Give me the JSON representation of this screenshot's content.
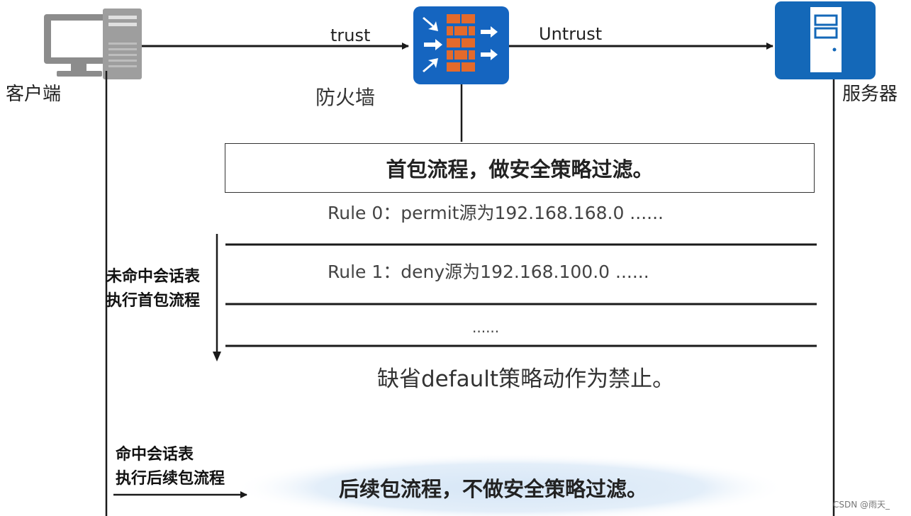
{
  "nodes": {
    "client": {
      "label": "客户端",
      "icon": "desktop-computer-icon"
    },
    "firewall": {
      "label": "防火墙",
      "icon": "firewall-brick-icon"
    },
    "server": {
      "label": "服务器",
      "icon": "server-tower-icon"
    }
  },
  "links": {
    "trust": "trust",
    "untrust": "Untrust"
  },
  "first_packet": {
    "title": "首包流程，做安全策略过滤。",
    "rules": [
      "Rule 0：permit源为192.168.168.0 ......",
      "Rule 1：deny源为192.168.100.0   ......"
    ],
    "ellipsis": "......",
    "default_policy": "缺省default策略动作为禁止。"
  },
  "side_notes": {
    "miss_line1": "未命中会话表",
    "miss_line2": "执行首包流程",
    "hit_line1": "命中会话表",
    "hit_line2": "执行后续包流程"
  },
  "subsequent_packet": {
    "label": "后续包流程，不做安全策略过滤。"
  },
  "watermark": "CSDN @雨天_",
  "colors": {
    "firewall_bg": "#1565C0",
    "brick": "#E46A2B",
    "server_bg": "#1468B8",
    "computer_gray": "#8C8C8C",
    "ellipse_fill": "#DDEAF7",
    "line": "#1a1a1a"
  }
}
